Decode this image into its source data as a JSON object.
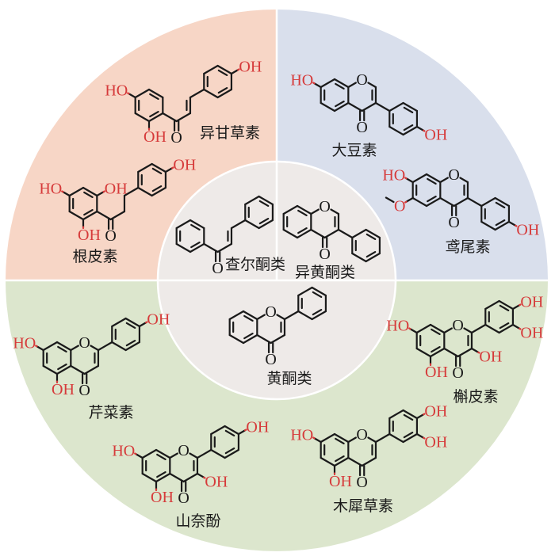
{
  "colors": {
    "chalcone_quadrant": "#f7d6c6",
    "isoflavone_quadrant": "#d9dfec",
    "flavone_half": "#dce6cd",
    "center": "#eeeae8",
    "bond": "#1a1a1a",
    "hydroxyl": "#d63a3a"
  },
  "categories": {
    "chalcones": "查尔酮类",
    "isoflavones": "异黄酮类",
    "flavones": "黄酮类"
  },
  "compounds": {
    "chalcone_core": {
      "name": "查尔酮类",
      "labels": [
        "O"
      ]
    },
    "isoflavone_core": {
      "name": "异黄酮类",
      "labels": [
        "O",
        "O"
      ]
    },
    "flavone_core": {
      "name": "黄酮类",
      "labels": [
        "O",
        "O"
      ]
    },
    "isoliquiritigenin": {
      "name": "异甘草素",
      "labels": [
        "O",
        "HO",
        "OH",
        "OH"
      ]
    },
    "phloretin": {
      "name": "根皮素",
      "labels": [
        "O",
        "HO",
        "OH",
        "OH",
        "OH"
      ]
    },
    "daidzein": {
      "name": "大豆素",
      "labels": [
        "O",
        "O",
        "HO",
        "OH"
      ]
    },
    "irisolone": {
      "name": "鸢尾素",
      "labels": [
        "O",
        "O",
        "HO",
        "O",
        "OH"
      ]
    },
    "apigenin": {
      "name": "芹菜素",
      "labels": [
        "O",
        "O",
        "HO",
        "OH",
        "OH"
      ]
    },
    "kaempferol": {
      "name": "山奈酚",
      "labels": [
        "O",
        "O",
        "HO",
        "OH",
        "OH",
        "OH"
      ]
    },
    "quercetin": {
      "name": "槲皮素",
      "labels": [
        "O",
        "O",
        "HO",
        "OH",
        "OH",
        "OH",
        "OH"
      ]
    },
    "luteolin": {
      "name": "木犀草素",
      "labels": [
        "O",
        "O",
        "HO",
        "OH",
        "OH",
        "OH"
      ]
    }
  }
}
